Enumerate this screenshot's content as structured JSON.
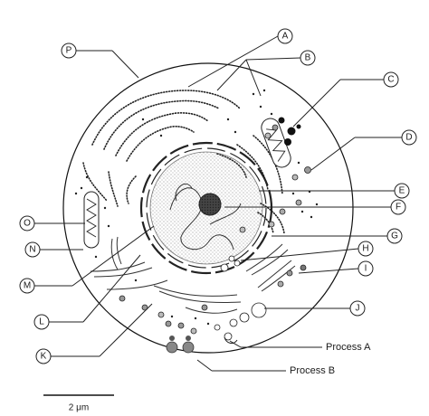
{
  "labels": [
    "A",
    "B",
    "C",
    "D",
    "E",
    "F",
    "G",
    "H",
    "I",
    "J",
    "K",
    "L",
    "M",
    "N",
    "O",
    "P"
  ],
  "process_a": "Process A",
  "process_b": "Process B",
  "scale_bar": "2 μm"
}
